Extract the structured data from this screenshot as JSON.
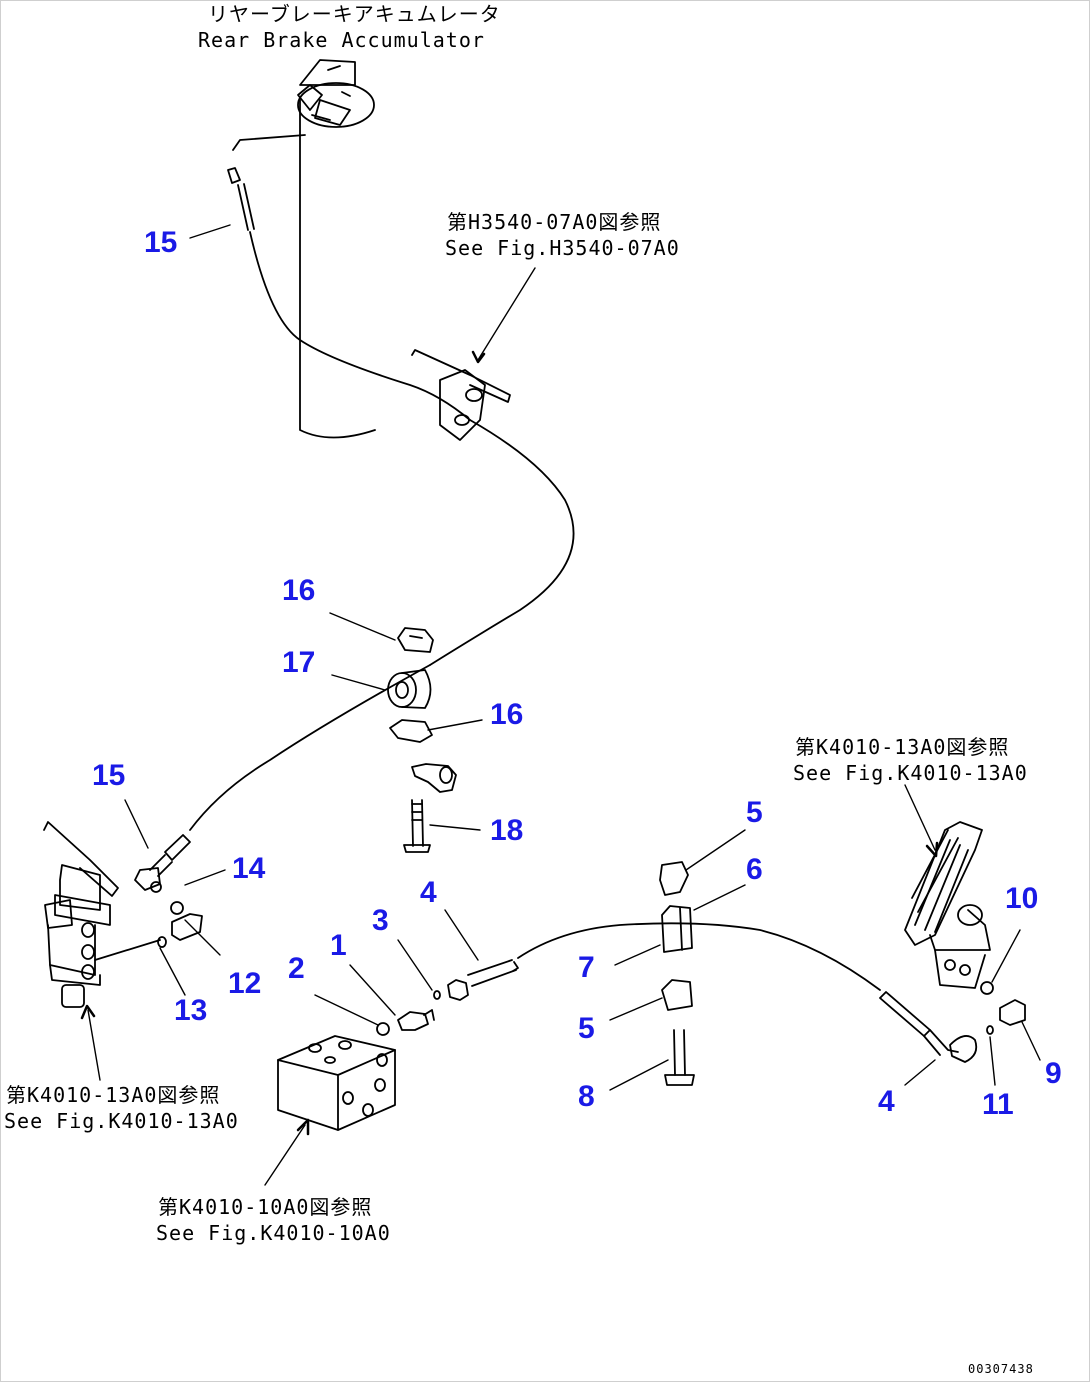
{
  "annotations": {
    "accumulator_jp": "リヤーブレーキアキュムレータ",
    "accumulator_en": "Rear Brake Accumulator",
    "ref_h3540_jp": "第H3540-07A0図参照",
    "ref_h3540_en": "See Fig.H3540-07A0",
    "ref_k4010_pedal_jp": "第K4010-13A0図参照",
    "ref_k4010_pedal_en": "See Fig.K4010-13A0",
    "ref_k4010_left_jp": "第K4010-13A0図参照",
    "ref_k4010_left_en": "See Fig.K4010-13A0",
    "ref_k4010_block_jp": "第K4010-10A0図参照",
    "ref_k4010_block_en": "See Fig.K4010-10A0"
  },
  "part_labels": {
    "p15_top": "15",
    "p15_left": "15",
    "p16_top": "16",
    "p16_mid": "16",
    "p17": "17",
    "p18": "18",
    "p14": "14",
    "p12": "12",
    "p13": "13",
    "p1": "1",
    "p2": "2",
    "p3": "3",
    "p4_top": "4",
    "p4_right": "4",
    "p5_top": "5",
    "p5_bottom": "5",
    "p6": "6",
    "p7": "7",
    "p8": "8",
    "p9": "9",
    "p10": "10",
    "p11": "11"
  },
  "drawing_code": "00307438",
  "colors": {
    "label_blue": "#1a1ae6",
    "line": "#000000"
  }
}
